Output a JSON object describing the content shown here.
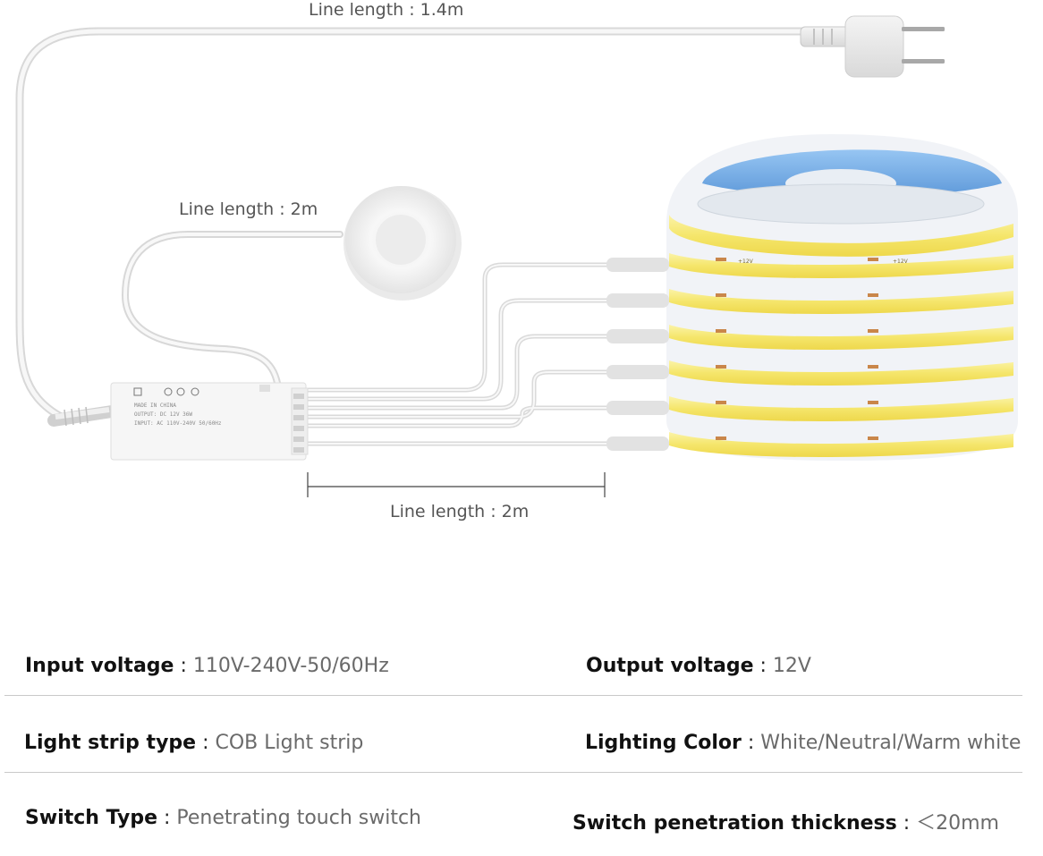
{
  "dimensions": {
    "plug_cable": "Line length : 1.4m",
    "sensor_cable": "Line length : 2m",
    "output_cable": "Line length : 2m"
  },
  "controller": {
    "marks": [
      "MADE IN CHINA",
      "OUTPUT: DC 12V 36W",
      "INPUT: AC 110V-240V 50/60Hz"
    ]
  },
  "strip": {
    "labels": [
      "+12V",
      "+12V"
    ]
  },
  "specs": [
    {
      "key": "Input voltage",
      "value": "110V-240V-50/60Hz"
    },
    {
      "key": "Output voltage",
      "value": "12V"
    },
    {
      "key": "Light strip type",
      "value": "COB Light strip"
    },
    {
      "key": "Lighting Color",
      "value": "White/Neutral/Warm white"
    },
    {
      "key": "Switch Type",
      "value": "Penetrating touch switch"
    },
    {
      "key": "Switch penetration thickness",
      "value": "＜20mm"
    }
  ],
  "colors": {
    "strip_yellow": "#f7ea7a",
    "strip_edge": "#e8d24a",
    "reel_blue": "#6aa8e8",
    "cable": "#e6e6e6",
    "copper": "#c9864a"
  }
}
